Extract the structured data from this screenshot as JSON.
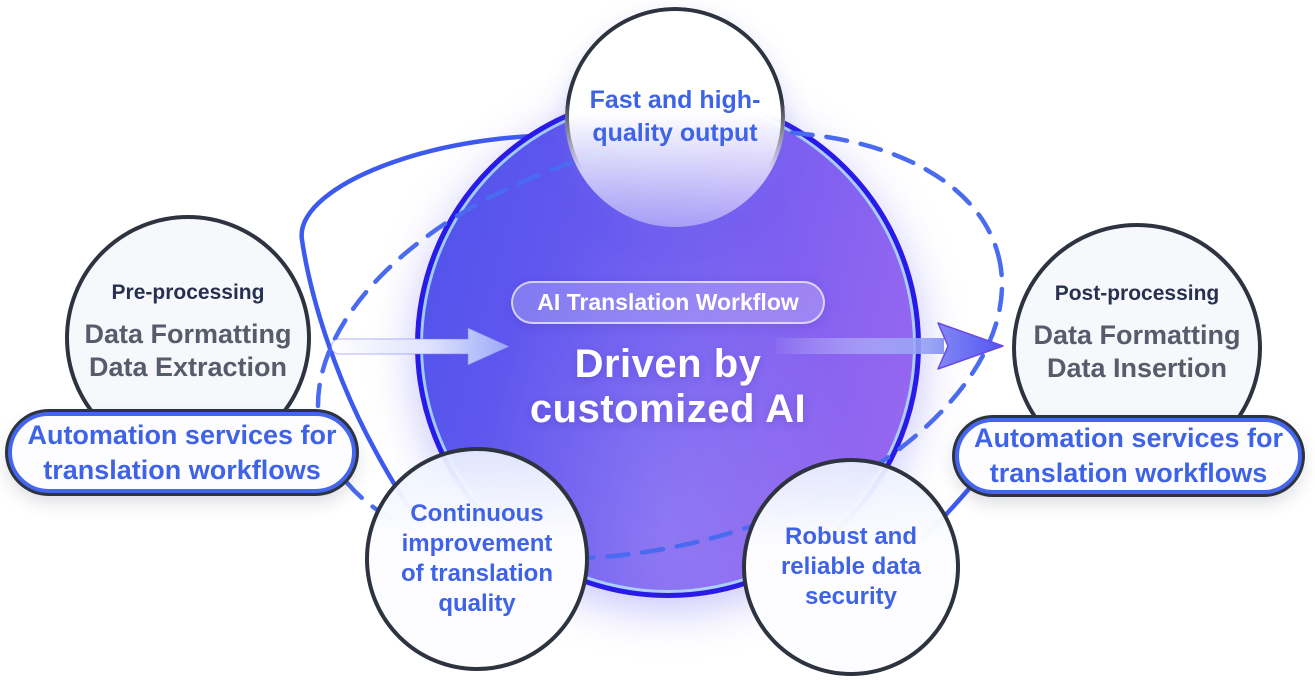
{
  "colors": {
    "accent_text_blue": "#3f63e6",
    "dark_navy_title": "#27304f",
    "gray_body_text": "#565c6b",
    "pill_border_blue": "#4465ee",
    "dark_outline": "#2e3340",
    "orbit_dashed_blue": "#4a6af0",
    "orbit_solid_blue": "#3d5aee",
    "center_ring_blue": "#2a1ae8",
    "center_gradient_start": "#5153ec",
    "center_gradient_end": "#9767f0"
  },
  "center": {
    "badge": "AI Translation Workflow",
    "title_lines": [
      "Driven by",
      "customized AI"
    ]
  },
  "nodes": {
    "top": {
      "lines": [
        "Fast and high-",
        "quality output"
      ]
    },
    "left": {
      "title": "Pre-processing",
      "lines": [
        "Data Formatting",
        "Data Extraction"
      ]
    },
    "right": {
      "title": "Post-processing",
      "lines": [
        "Data Formatting",
        "Data Insertion"
      ]
    },
    "bottom_left": {
      "lines": [
        "Continuous",
        "improvement",
        "of translation",
        "quality"
      ]
    },
    "bottom_right": {
      "lines": [
        "Robust and",
        "reliable data",
        "security"
      ]
    }
  },
  "pills": {
    "left": {
      "lines": [
        "Automation services for",
        "translation workflows"
      ]
    },
    "right": {
      "lines": [
        "Automation services for",
        "translation workflows"
      ]
    }
  }
}
